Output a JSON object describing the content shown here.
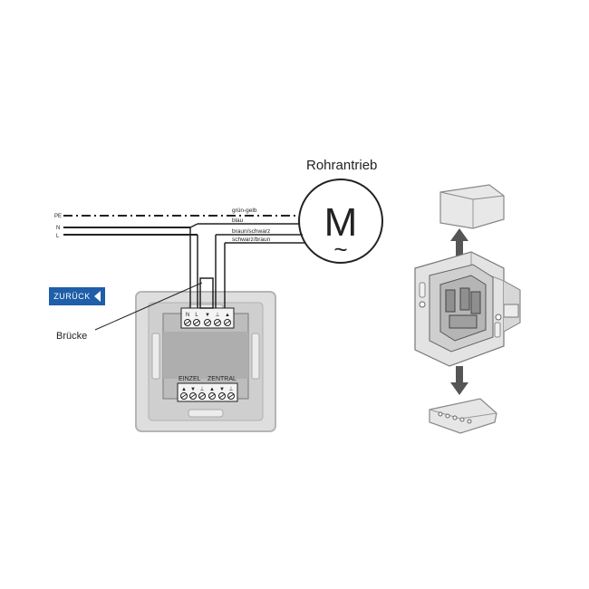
{
  "diagram": {
    "title_motor": "Rohrantrieb",
    "motor_symbol": "M",
    "motor_tilde": "~",
    "lines": {
      "pe": "PE",
      "n": "N",
      "l": "L"
    },
    "wire_labels": {
      "gruen_gelb": "grün-gelb",
      "blau": "blau",
      "braun_schwarz": "braun/schwarz",
      "schwarz_braun": "schwarz/braun"
    },
    "bridge_label": "Brücke",
    "terminal_labels_top": [
      "N",
      "L",
      "▼",
      "⊥",
      "▲"
    ],
    "group_einzel": "EINZEL",
    "group_zentral": "ZENTRAL",
    "terminal_labels_bottom": [
      "▲",
      "▼",
      "⊥",
      "▲",
      "▼",
      "⊥"
    ]
  },
  "nav": {
    "back_label": "ZURÜCK",
    "back_icon": "left-triangle-icon",
    "back_color": "#1f5ea8"
  },
  "colors": {
    "line": "#222222",
    "device_outer": "#d4d4d4",
    "device_inner": "#b8b8b8",
    "device_face": "#c9c9c9",
    "module_gray": "#9a9a9a",
    "arrow": "#555555"
  }
}
